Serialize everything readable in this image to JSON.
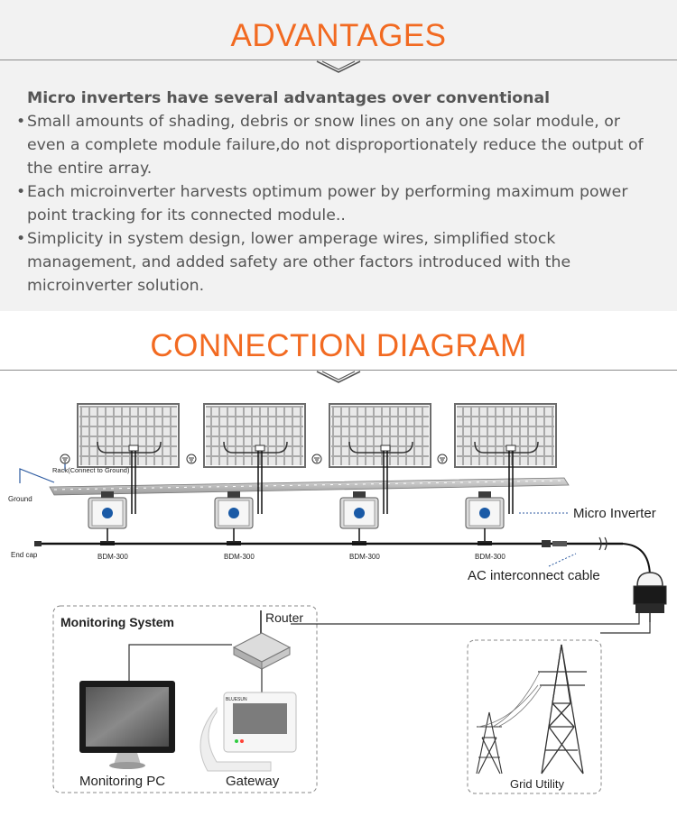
{
  "advantages": {
    "title": "ADVANTAGES",
    "heading": "Micro inverters have several advantages over conventional",
    "bullet_symbol": "•",
    "items": [
      "Small amounts of shading, debris or snow lines on any one solar module, or even a complete module failure,do not disproportionately reduce the output of the entire array.",
      "Each microinverter harvests optimum power by performing maximum power point tracking for its connected module..",
      "Simplicity in system design, lower amperage wires, simplified stock management, and added safety are other factors introduced with the microinverter solution."
    ]
  },
  "connection": {
    "title": "CONNECTION DIAGRAM",
    "labels": {
      "rack": "Rack(Connect to Ground)",
      "ground": "Ground",
      "end_cap": "End cap",
      "inverter_model": "BDM-300",
      "micro_inverter": "Micro Inverter",
      "ac_cable": "AC interconnect cable",
      "monitoring_system": "Monitoring System",
      "router": "Router",
      "monitoring_pc": "Monitoring PC",
      "gateway": "Gateway",
      "grid_utility": "Grid Utility",
      "brand": "BLUESUN"
    },
    "panel_count": 4
  },
  "colors": {
    "accent": "#f26a21",
    "text": "#555555",
    "panel_bg": "#f2f2f2",
    "panel_frame": "#7a7a7a",
    "inverter_blue": "#1a5aa6",
    "dashed_blue": "#2c5aa0"
  }
}
